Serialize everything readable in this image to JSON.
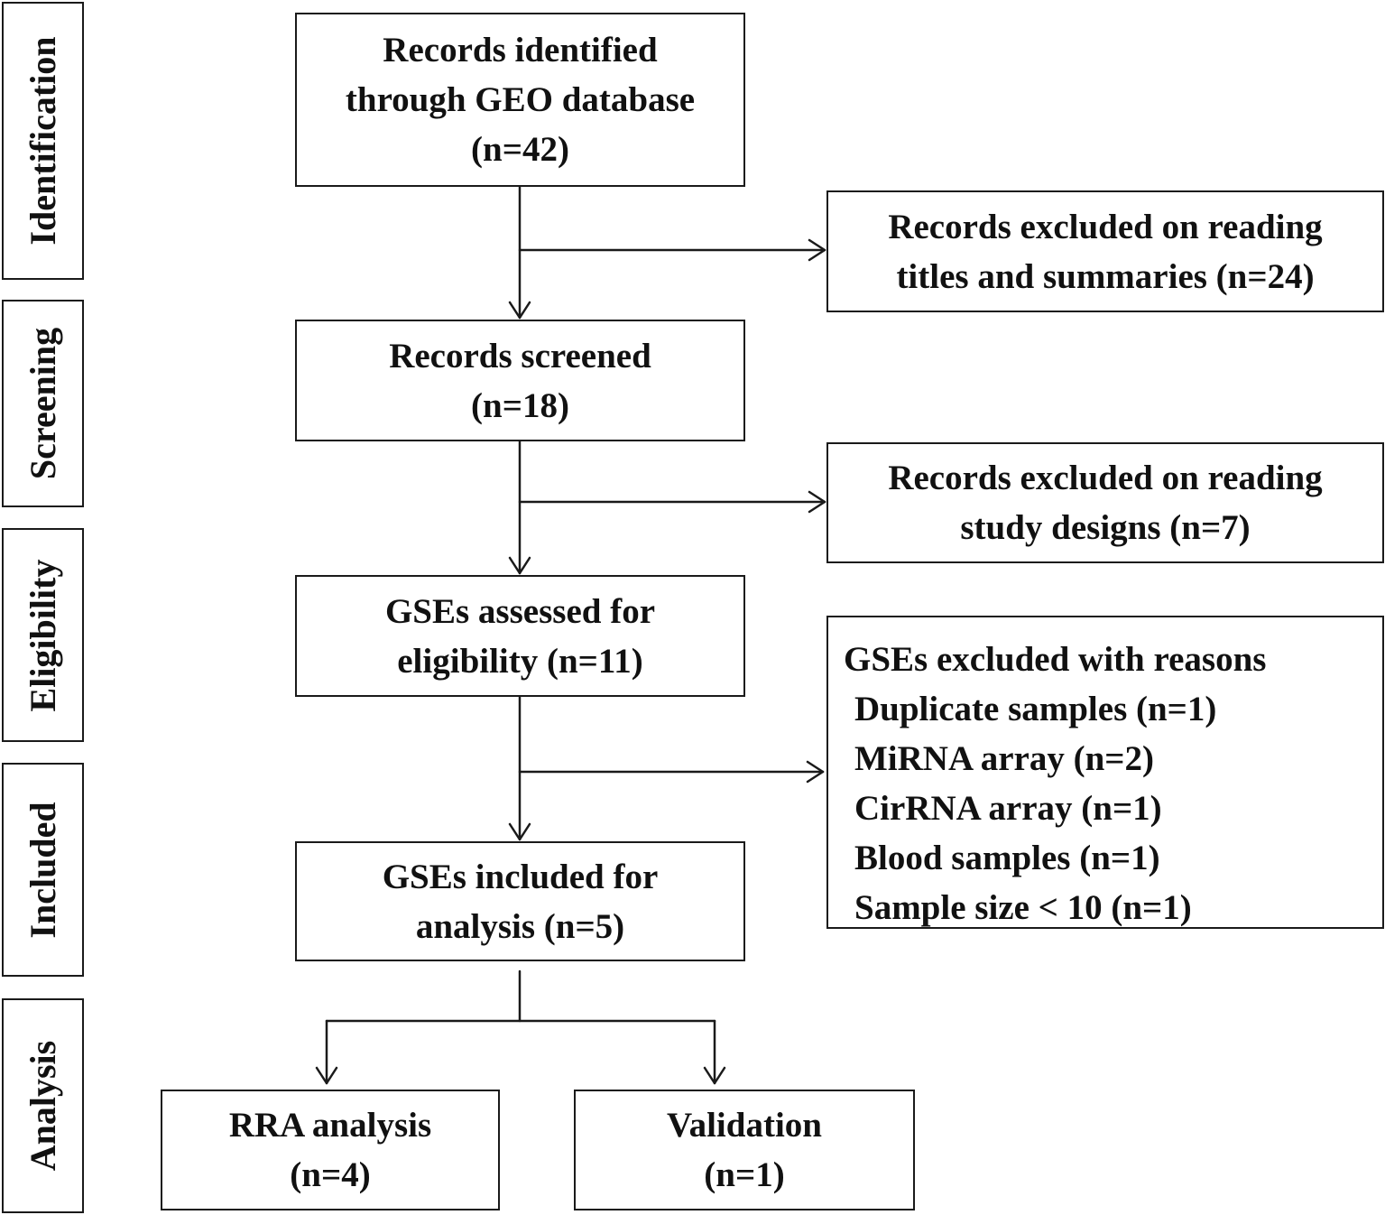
{
  "stages": [
    {
      "id": "identification",
      "label": "Identification"
    },
    {
      "id": "screening",
      "label": "Screening"
    },
    {
      "id": "eligibility",
      "label": "Eligibility"
    },
    {
      "id": "included",
      "label": "Included"
    },
    {
      "id": "analysis",
      "label": "Analysis"
    }
  ],
  "boxes": {
    "identified": {
      "lines": [
        "Records identified",
        "through GEO database",
        "(n=42)"
      ]
    },
    "excluded_titles": {
      "lines": [
        "Records excluded on reading",
        "titles and summaries (n=24)"
      ]
    },
    "screened": {
      "lines": [
        "Records screened",
        "(n=18)"
      ]
    },
    "excluded_designs": {
      "lines": [
        "Records excluded on reading",
        "study designs (n=7)"
      ]
    },
    "eligibility": {
      "lines": [
        "GSEs assessed for",
        "eligibility (n=11)"
      ]
    },
    "excluded_reasons": {
      "heading": "GSEs excluded with reasons",
      "items": [
        "Duplicate samples (n=1)",
        "MiRNA array (n=2)",
        "CirRNA array (n=1)",
        "Blood samples (n=1)",
        "Sample size < 10 (n=1)"
      ]
    },
    "included": {
      "lines": [
        "GSEs included for",
        "analysis (n=5)"
      ]
    },
    "rra": {
      "lines": [
        "RRA analysis",
        "(n=4)"
      ]
    },
    "validation": {
      "lines": [
        "Validation",
        "(n=1)"
      ]
    }
  }
}
